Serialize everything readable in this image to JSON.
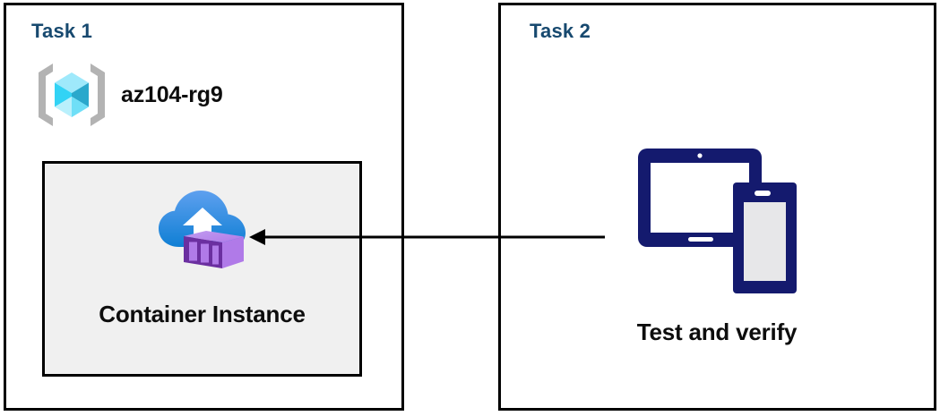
{
  "diagram": {
    "title_color": "#17496f",
    "label_color": "#0d0d0d",
    "panel_border_color": "#000000",
    "box_fill_color": "#f0f0f0",
    "arrow_color": "#000000",
    "device_icon_color": "#141a6e",
    "panels": [
      {
        "id": "task1",
        "title": "Task 1",
        "resource_group": {
          "icon": "azure-resource-group-icon",
          "label": "az104-rg9"
        },
        "resource_box": {
          "icon": "azure-container-instance-icon",
          "label": "Container Instance"
        }
      },
      {
        "id": "task2",
        "title": "Task 2",
        "item": {
          "icon": "devices-tablet-phone-icon",
          "label": "Test and verify"
        }
      }
    ],
    "connector": {
      "name": "arrow-task2-to-container-instance",
      "direction": "right-to-left",
      "from": "Test and verify",
      "to": "Container Instance"
    }
  }
}
